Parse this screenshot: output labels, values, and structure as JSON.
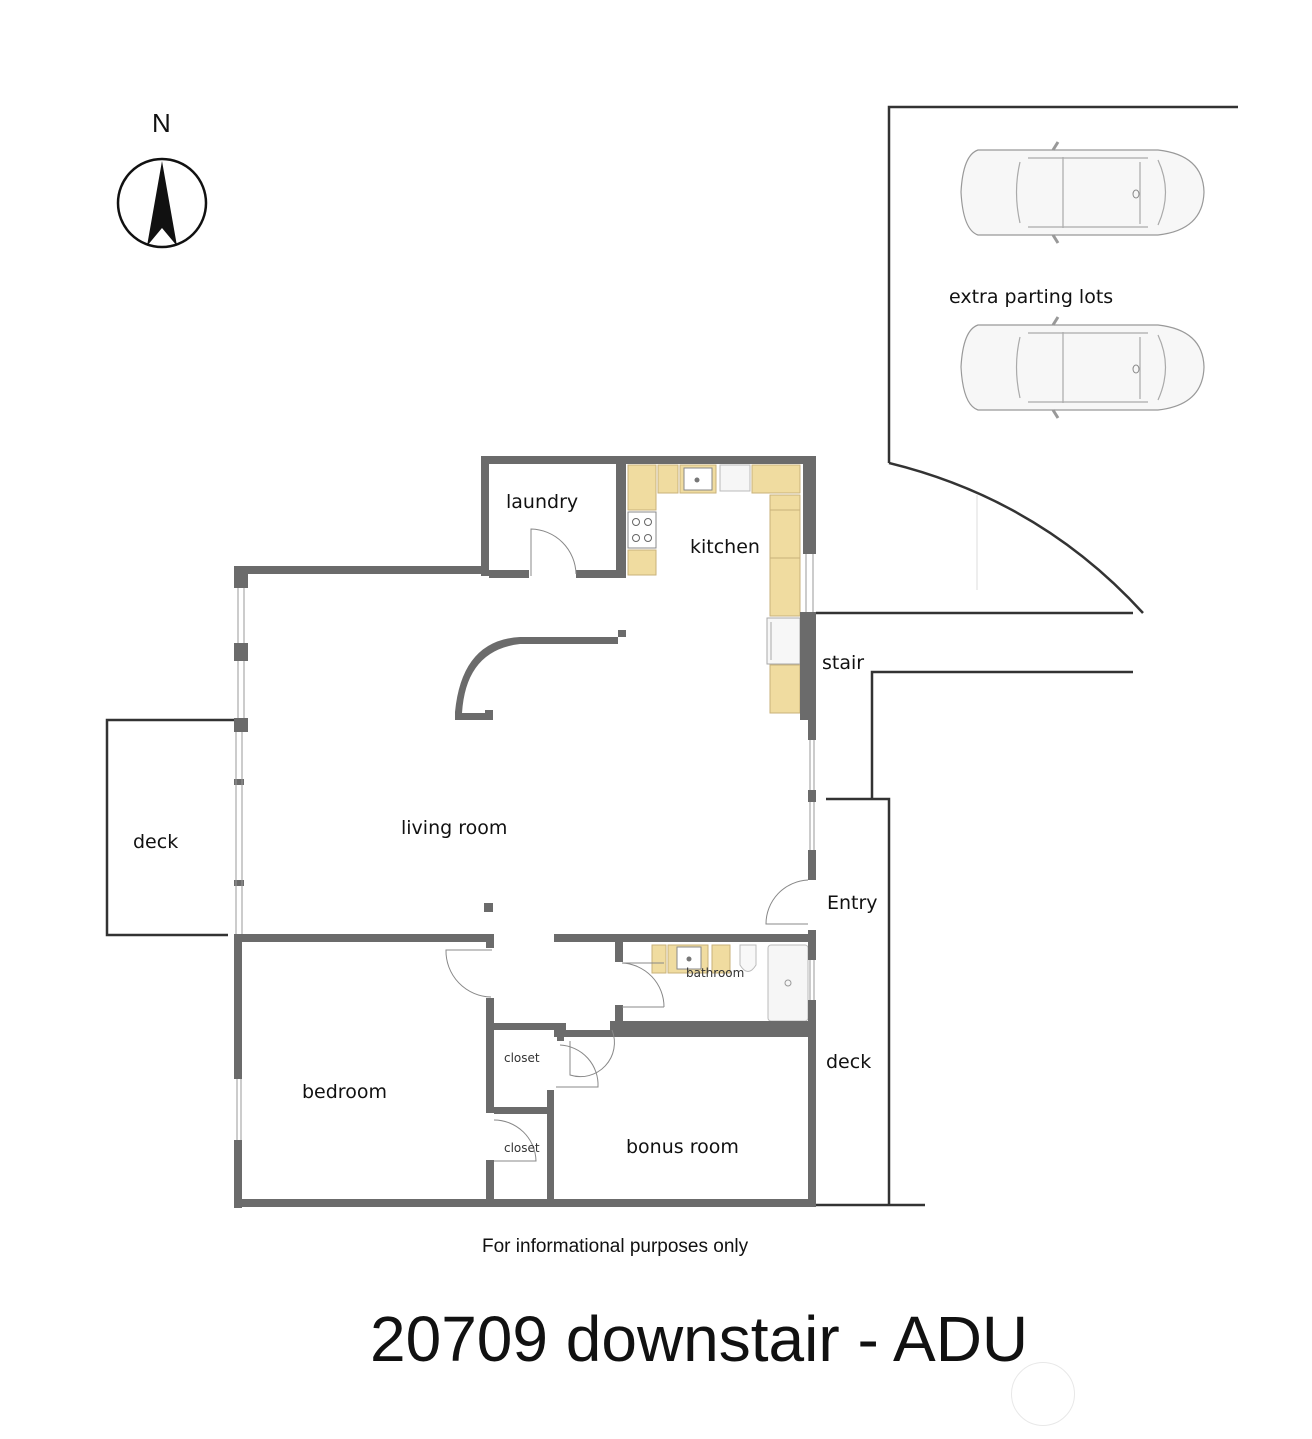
{
  "title": "20709 downstair - ADU",
  "disclaimer": "For informational purposes only",
  "compass": {
    "label": "N",
    "icon": "north-arrow-icon"
  },
  "parking": {
    "label": "extra parting lots",
    "cars": 2
  },
  "rooms": {
    "laundry": "laundry",
    "kitchen": "kitchen",
    "stair": "stair",
    "living_room": "living room",
    "deck_west": "deck",
    "entry": "Entry",
    "bathroom": "bathroom",
    "closet_1": "closet",
    "closet_2": "closet",
    "bedroom": "bedroom",
    "bonus_room": "bonus room",
    "deck_east": "deck"
  },
  "colors": {
    "wall": "#6b6b6b",
    "cabinet": "#f0dca0",
    "cabinet_edge": "#c9b27a",
    "line": "#333333",
    "fixture": "#f4f4f4"
  }
}
